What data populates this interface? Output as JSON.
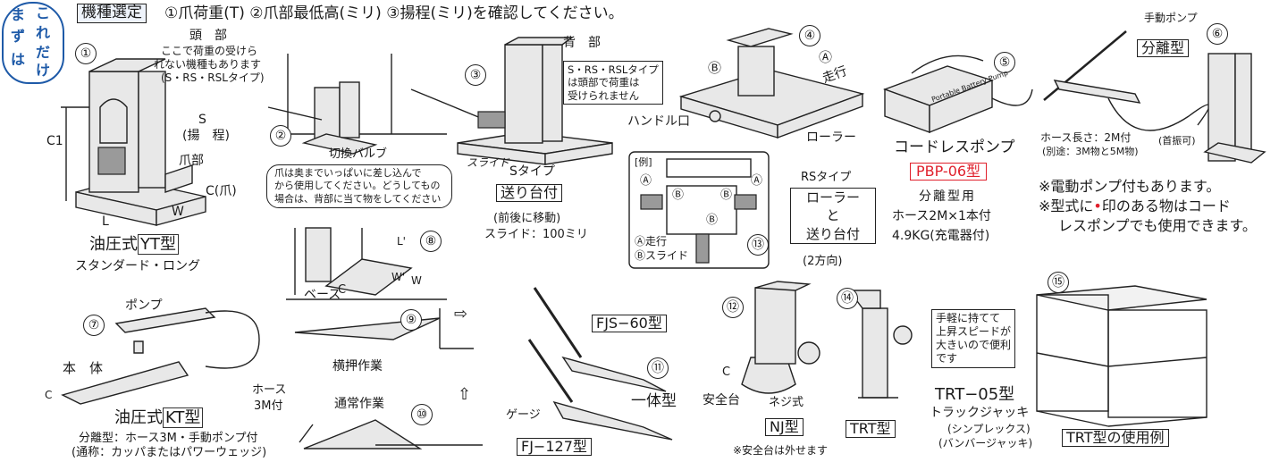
{
  "header": {
    "badge_lines": [
      "ま",
      "こ",
      "ず",
      "れ",
      "は",
      "だ",
      "け"
    ],
    "section_label": "機種選定",
    "instruction": "①爪荷重(T) ②爪部最低高(ミリ) ③揚程(ミリ)を確認してください。"
  },
  "colors": {
    "accent_red": "#e0202c",
    "badge_blue": "#1e5aa8",
    "line": "#222222"
  },
  "numbers": [
    "①",
    "②",
    "③",
    "④",
    "⑤",
    "⑥",
    "⑦",
    "⑧",
    "⑨",
    "⑩",
    "⑪",
    "⑫",
    "⑬",
    "⑭",
    "⑮"
  ],
  "item1": {
    "head_label": "頭　部",
    "head_note": [
      "ここで荷重の受けら",
      "れない機種もあります",
      "(S・RS・RSLタイプ)"
    ],
    "s_label": "S",
    "lift_label": "(揚　程)",
    "c1_label": "C1",
    "claw_label": "爪部",
    "c_label": "C(爪)",
    "l_label": "L",
    "w_label": "W",
    "name_prefix": "油圧式",
    "name_model": "YT型",
    "subtitle": "スタンダード・ロング"
  },
  "item2": {
    "valve_label": "切換バルブ",
    "note_lines": [
      "爪は奥までいっぱいに差し込んで",
      "から使用してください。どうしてもの",
      "場合は、背部に当て物をしてください"
    ]
  },
  "item3": {
    "back_label": "背　部",
    "note_lines": [
      "S・RS・RSLタイプ",
      "は頭部で荷重は",
      "受けられません"
    ],
    "slide_label": "スライド",
    "type_label": "Sタイプ",
    "feed_label": "送り台付",
    "move_label": "(前後に移動)",
    "slide_spec": "スライド：100ミリ"
  },
  "item4": {
    "a_label": "Ⓐ",
    "travel_label": "走行",
    "b_label": "Ⓑ",
    "handle_label": "ハンドル口",
    "roller_label": "ローラー",
    "type_label": "RSタイプ",
    "box_lines": [
      "ローラー",
      "と",
      "送り台付"
    ],
    "dir_label": "(2方向)"
  },
  "item5": {
    "pump_text": "Portable Battery Pump",
    "title": "コードレスポンプ",
    "model": "PBP-06型",
    "spec_lines": [
      "分離型用",
      "ホース2M×1本付",
      "4.9KG(充電器付)"
    ]
  },
  "item6": {
    "pump_label": "手動ポンプ",
    "sep_label": "分離型",
    "hose_label": "ホース長さ：2M付",
    "hose_note": "(別途：3M物と5M物)",
    "swivel_label": "(首振可)"
  },
  "notes": [
    "※電動ポンプ付もあります。",
    "※型式に",
    "•",
    "印のある物はコード",
    "レスポンプでも使用できます。"
  ],
  "item7": {
    "pump_label": "ポンプ",
    "body_label": "本　体",
    "c_label": "C",
    "hose_label": "ホース",
    "hose_len": "3M付",
    "name_prefix": "油圧式",
    "name_model": "KT型",
    "spec_lines": [
      "分離型：ホース3M・手動ポンプ付",
      "(通称：カッパまたはパワーウェッジ)"
    ]
  },
  "item8": {
    "l_label": "L'",
    "base_label": "ベース",
    "c_label": "C",
    "w1_label": "W'",
    "w_label": "W"
  },
  "item9": {
    "label": "横押作業",
    "arrow": "⇨"
  },
  "item10": {
    "label": "通常作業",
    "arrow": "⇧"
  },
  "item11": {
    "model_a": "FJS−60型",
    "type_label": "一体型",
    "gauge_label": "ゲージ",
    "model_b": "FJ−127型"
  },
  "item12": {
    "safety_label": "安全台",
    "screw_label": "ネジ式",
    "c_label": "C",
    "model": "NJ型",
    "note": "※安全台は外せます"
  },
  "item13": {
    "example_label": "[例]",
    "a_label": "Ⓐ",
    "b_label": "Ⓑ",
    "legend_a": "Ⓐ走行",
    "legend_b": "Ⓑスライド"
  },
  "item14": {
    "model": "TRT型",
    "note_lines": [
      "手軽に持てて",
      "上昇スピードが",
      "大きいので便利",
      "です"
    ],
    "name": "TRT−05型",
    "subtitle": "トラックジャッキ",
    "sub2": "(シンプレックス)",
    "sub3": "(バンバージャッキ)"
  },
  "item15": {
    "caption": "TRT型の使用例"
  }
}
